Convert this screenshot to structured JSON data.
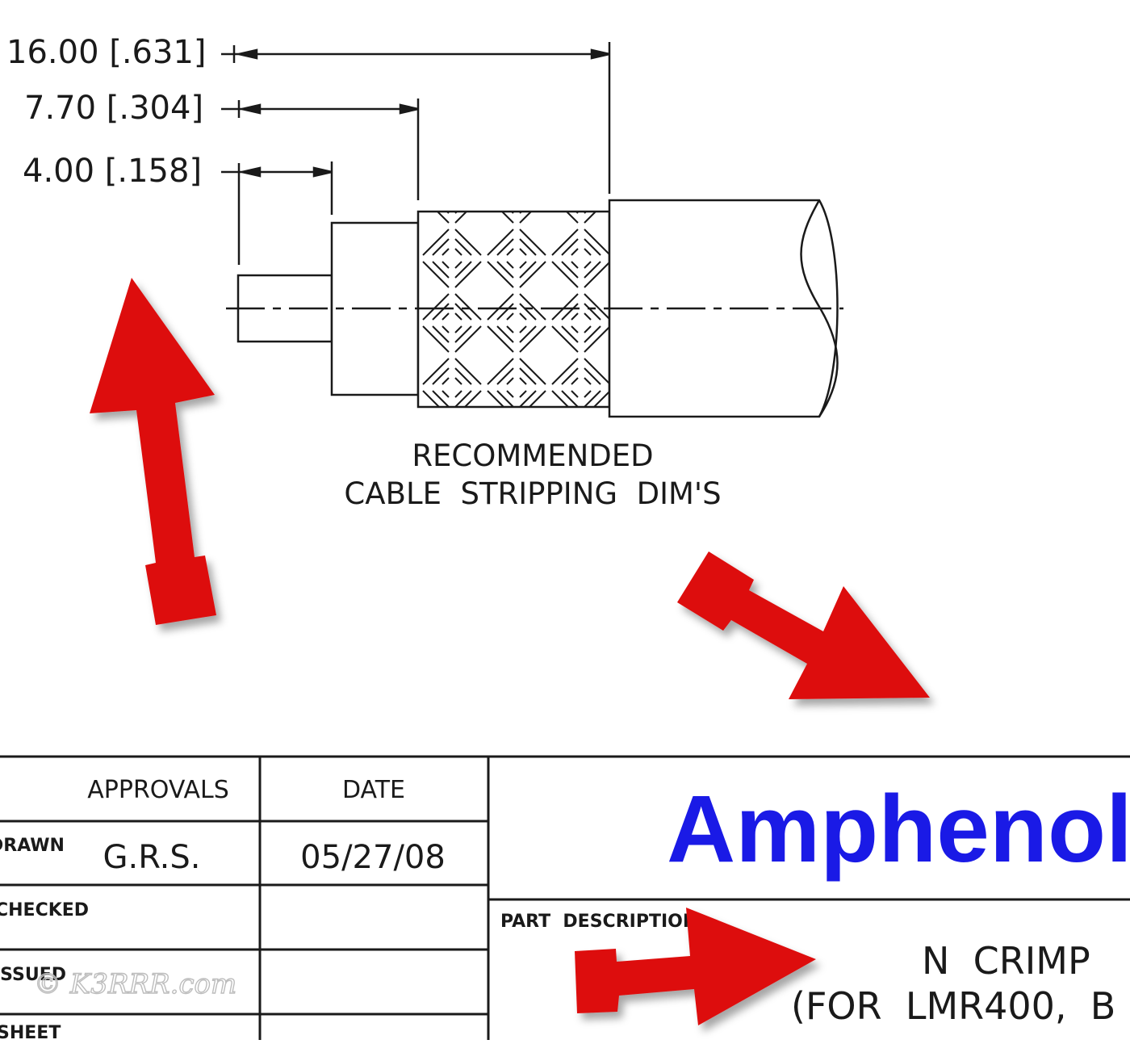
{
  "drawing": {
    "dimensions": [
      {
        "label": "16.00 [.631]"
      },
      {
        "label": "7.70 [.304]"
      },
      {
        "label": "4.00 [.158]"
      }
    ],
    "note_line1": "RECOMMENDED",
    "note_line2": "CABLE  STRIPPING  DIM'S"
  },
  "title_block": {
    "approvals_header": "APPROVALS",
    "date_header": "DATE",
    "drawn_label": "DRAWN",
    "drawn_by": "G.R.S.",
    "drawn_date": "05/27/08",
    "checked_label": "CHECKED",
    "issued_label": "ISSUED",
    "sheet_label": "SHEET",
    "brand": "Amphenol",
    "part_description_label": "PART  DESCRIPTION",
    "description_line1": "N  CRIMP",
    "description_line2": "(FOR  LMR400,  B"
  },
  "watermark": "© K3RRR.com",
  "colors": {
    "brand_blue": "#1a1ae6",
    "arrow_red": "#dd0f0f",
    "line": "#1a1a1a"
  },
  "arrows": [
    {
      "name": "arrow-up-left",
      "direction": "up"
    },
    {
      "name": "arrow-down-right",
      "direction": "down-right"
    },
    {
      "name": "arrow-right",
      "direction": "right"
    }
  ]
}
